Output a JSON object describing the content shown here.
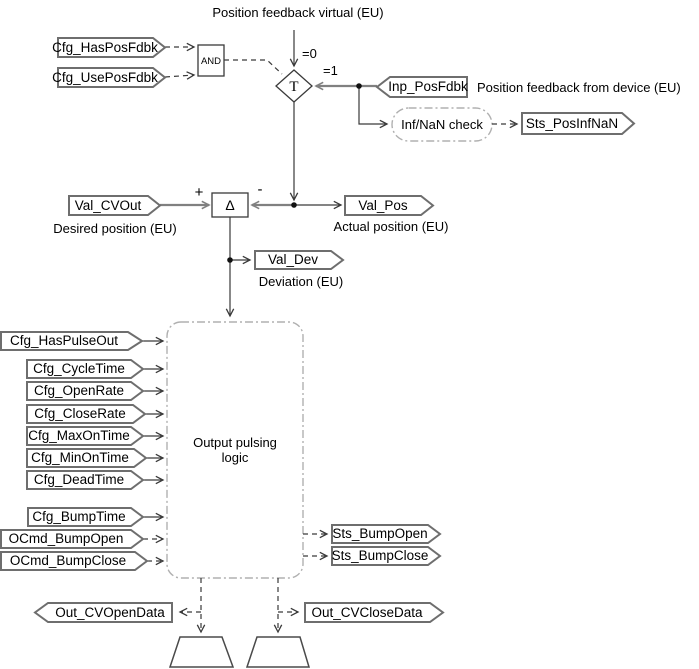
{
  "labels": {
    "pos_feedback_virtual": "Position feedback virtual (EU)",
    "pos_feedback_device": "Position feedback from device (EU)",
    "desired_position": "Desired position (EU)",
    "actual_position": "Actual position (EU)",
    "deviation": "Deviation (EU)",
    "case_zero": "=0",
    "case_one": "=1",
    "plus": "+",
    "minus": "-"
  },
  "blocks": {
    "and_gate": "AND",
    "transfer": "T",
    "delta": "Δ",
    "infnan_check": "Inf/NaN check",
    "pulse_line1": "Output pulsing",
    "pulse_line2": "logic"
  },
  "tags": {
    "cfg_has_pos_fdbk": "Cfg_HasPosFdbk",
    "cfg_use_pos_fdbk": "Cfg_UsePosFdbk",
    "inp_pos_fdbk": "Inp_PosFdbk",
    "sts_pos_inf_nan": "Sts_PosInfNaN",
    "val_cv_out": "Val_CVOut",
    "val_pos": "Val_Pos",
    "val_dev": "Val_Dev",
    "cfg_has_pulse_out": "Cfg_HasPulseOut",
    "cfg_cycle_time": "Cfg_CycleTime",
    "cfg_open_rate": "Cfg_OpenRate",
    "cfg_close_rate": "Cfg_CloseRate",
    "cfg_max_on_time": "Cfg_MaxOnTime",
    "cfg_min_on_time": "Cfg_MinOnTime",
    "cfg_dead_time": "Cfg_DeadTime",
    "cfg_bump_time": "Cfg_BumpTime",
    "ocmd_bump_open": "OCmd_BumpOpen",
    "ocmd_bump_close": "OCmd_BumpClose",
    "sts_bump_open": "Sts_BumpOpen",
    "sts_bump_close": "Sts_BumpClose",
    "out_cv_open_data": "Out_CVOpenData",
    "out_cv_close_data": "Out_CVCloseData"
  },
  "colors": {
    "line": "#3a3a3a",
    "signal_line": "#808080",
    "dashed_container": "#b0b0b0",
    "tag_border": "#6e6e6e"
  }
}
